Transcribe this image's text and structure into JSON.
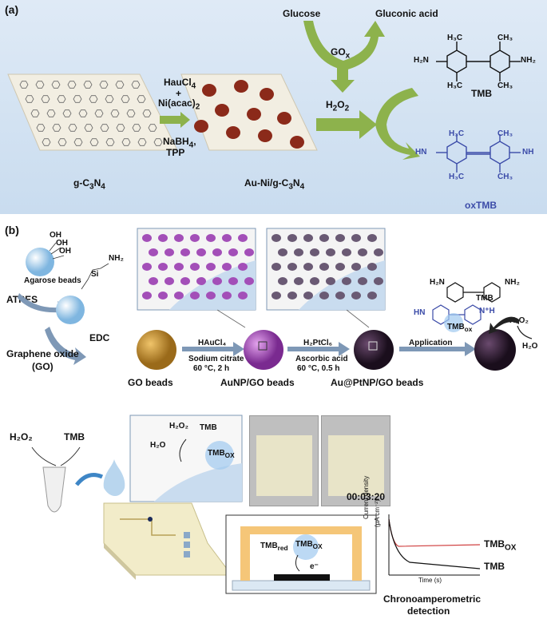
{
  "panel_a": {
    "label": "(a)",
    "glucose": "Glucose",
    "gluconic_acid": "Gluconic acid",
    "gox": "GO",
    "gox_sub": "x",
    "h2o2": "H",
    "h2o2_sub1": "2",
    "h2o2_o": "O",
    "h2o2_sub2": "2",
    "reagents_top_1": "HauCl",
    "reagents_top_1_sub": "4",
    "reagents_plus": "+",
    "reagents_top_2": "Ni(acac)",
    "reagents_top_2_sub": "2",
    "reagents_bottom_1": "NaBH",
    "reagents_bottom_1_sub": "4",
    "reagents_bottom_1_tail": ",",
    "reagents_bottom_2": "TPP",
    "gc3n4": "g-C",
    "gc3n4_s1": "3",
    "gc3n4_n": "N",
    "gc3n4_s2": "4",
    "auni": "Au-Ni/g-C",
    "auni_s1": "3",
    "auni_n": "N",
    "auni_s2": "4",
    "tmb": "TMB",
    "oxtmb": "oxTMB",
    "h3c": "H₃C",
    "ch3": "CH₃",
    "h2n": "H₂N",
    "nh2": "NH₂",
    "hn": "HN",
    "nh": "NH"
  },
  "panel_b": {
    "label": "(b)",
    "oh": "OH",
    "agarose": "Agarose beads",
    "atpes": "ATPES",
    "si": "Si",
    "nh2": "NH₂",
    "edc": "EDC",
    "go_line1": "Graphene oxide",
    "go_line2": "(GO)",
    "step1_a": "HAuCl₄",
    "step1_b": "Sodium citrate",
    "step1_c": "60 °C, 2 h",
    "step2_a": "H₂PtCl₆",
    "step2_b": "Ascorbic acid",
    "step2_c": "60 °C, 0.5 h",
    "go_beads": "GO beads",
    "au_go_beads": "AuNP/GO beads",
    "auat_pt_beads": "Au@PtNP/GO beads",
    "application": "Application",
    "tmb": "TMB",
    "tmb_ox": "TMB",
    "tmb_ox_sub": "ox",
    "h2o2": "H₂O₂",
    "h2o": "H₂O",
    "h2n": "H₂N",
    "hn": "HN",
    "nh": "N⁺H"
  },
  "panel_c": {
    "h2o2": "H₂O₂",
    "tmb": "TMB",
    "inset_h2o2": "H₂O₂",
    "inset_tmb": "TMB",
    "inset_h2o": "H₂O",
    "inset_tmbox": "TMB",
    "inset_tmbox_sub": "OX",
    "timer": "00:03:20",
    "tmb_red": "TMB",
    "tmb_red_sub": "red",
    "tmb_ox2": "TMB",
    "tmb_ox2_sub": "OX",
    "electron": "e⁻",
    "ylabel_1": "Current density",
    "ylabel_2": "(μA cm⁻²)",
    "xlabel": "Time (s)",
    "series_ox": "TMB",
    "series_ox_sub": "OX",
    "series_tmb": "TMB",
    "title_1": "Chronoamperometric",
    "title_2": "detection"
  },
  "colors": {
    "bg_a": "#d6e4f2",
    "arrow_green": "#8db24c",
    "particle_red": "#8b2a1a",
    "gold_bead": "#c9902a",
    "purple_bead": "#a34fb8",
    "dark_bead": "#2d1a2e",
    "blue_text": "#3b4ba8",
    "ox_trace": "#d04040"
  }
}
